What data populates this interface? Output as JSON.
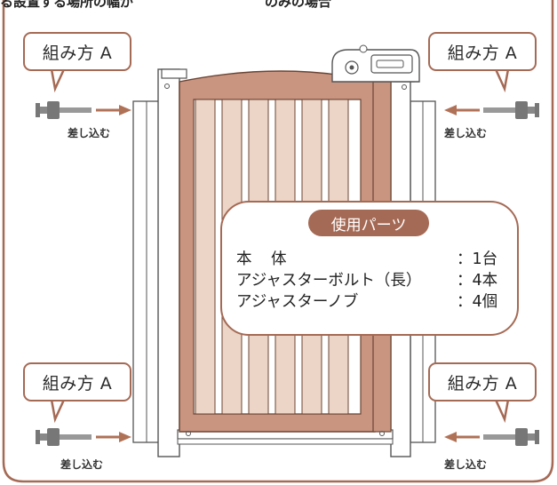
{
  "header_fragment": "る設置する場所の幅が",
  "header_fragment_right": "のみの場合",
  "callouts": [
    {
      "label": "組み方 A"
    },
    {
      "label": "組み方 A"
    },
    {
      "label": "組み方 A"
    },
    {
      "label": "組み方 A"
    }
  ],
  "insert_label": "差し込む",
  "parts": {
    "title": "使用パーツ",
    "items": [
      {
        "name": "本　体",
        "qty": "：1台"
      },
      {
        "name": "アジャスターボルト（長）",
        "qty": "：4本"
      },
      {
        "name": "アジャスターノブ",
        "qty": "：4個"
      }
    ]
  },
  "colors": {
    "frame": "#a56a55",
    "wood_dark": "#c99580",
    "wood_light": "#ecd5c6",
    "arrow": "#b07257"
  }
}
